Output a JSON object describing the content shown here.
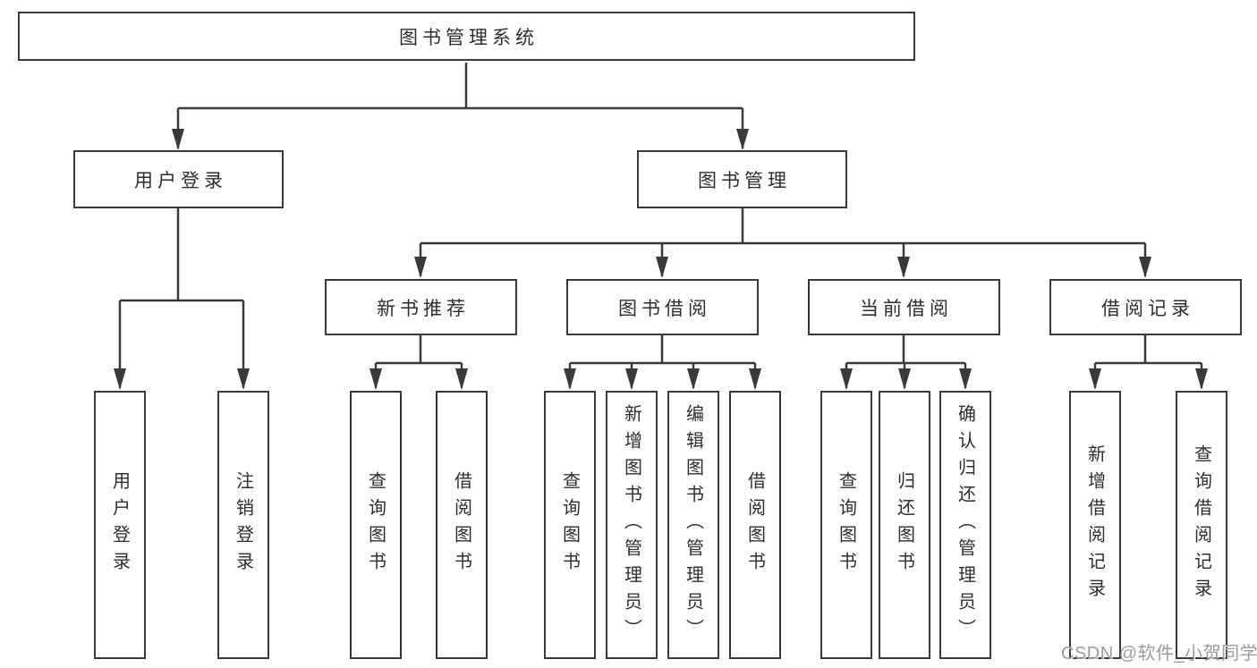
{
  "colors": {
    "line": "#3a3a3a",
    "box_border": "#3a3a3a",
    "text": "#2e2e2e",
    "background": "#ffffff",
    "watermark": "#9b9ba0"
  },
  "tree": {
    "root": {
      "label": "图书管理系统"
    },
    "level2": [
      {
        "label": "用户登录"
      },
      {
        "label": "图书管理"
      }
    ],
    "level3": [
      {
        "label": "新书推荐"
      },
      {
        "label": "图书借阅"
      },
      {
        "label": "当前借阅"
      },
      {
        "label": "借阅记录"
      }
    ],
    "leafGroups": [
      {
        "parent": "用户登录",
        "leaves": [
          {
            "label": "用户登录"
          },
          {
            "label": "注销登录"
          }
        ]
      },
      {
        "parent": "新书推荐",
        "leaves": [
          {
            "label": "查询图书"
          },
          {
            "label": "借阅图书"
          }
        ]
      },
      {
        "parent": "图书借阅",
        "leaves": [
          {
            "label": "查询图书"
          },
          {
            "label": "新增图书（管理员）"
          },
          {
            "label": "编辑图书（管理员）"
          },
          {
            "label": "借阅图书"
          }
        ]
      },
      {
        "parent": "当前借阅",
        "leaves": [
          {
            "label": "查询图书"
          },
          {
            "label": "归还图书"
          },
          {
            "label": "确认归还（管理员）"
          }
        ]
      },
      {
        "parent": "借阅记录",
        "leaves": [
          {
            "label": "新增借阅记录"
          },
          {
            "label": "查询借阅记录"
          }
        ]
      }
    ]
  },
  "watermark": {
    "text": "CSDN @软件_小贺同学"
  }
}
